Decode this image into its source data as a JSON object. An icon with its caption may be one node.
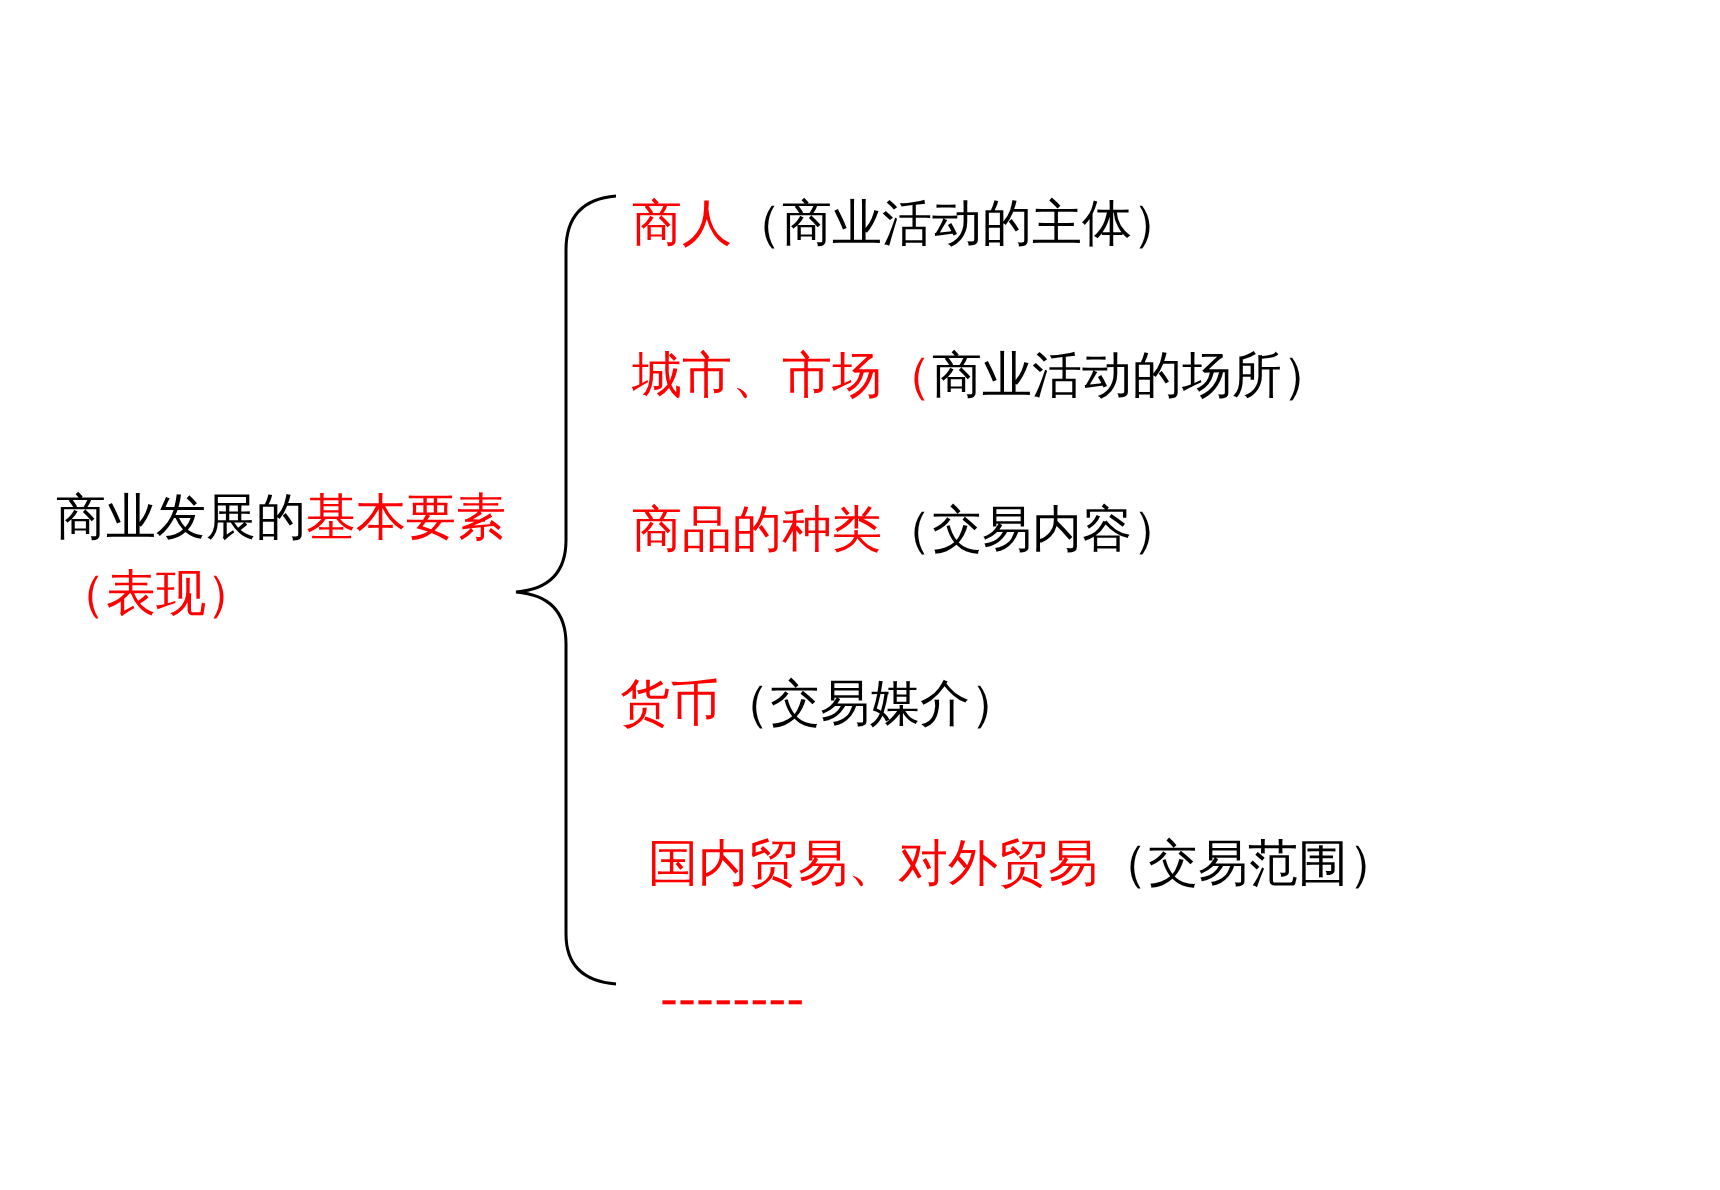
{
  "diagram": {
    "labels": [
      "商业发展的",
      "基本要素（表现）",
      "商人",
      "（商业活动的主体）",
      "城市、市场（",
      "商业活动的场所）",
      "商品的种类",
      "（交易内容）",
      "货币",
      "（交易媒介）",
      "国内贸易、对外贸易",
      "（交易范围）",
      "--------"
    ]
  }
}
